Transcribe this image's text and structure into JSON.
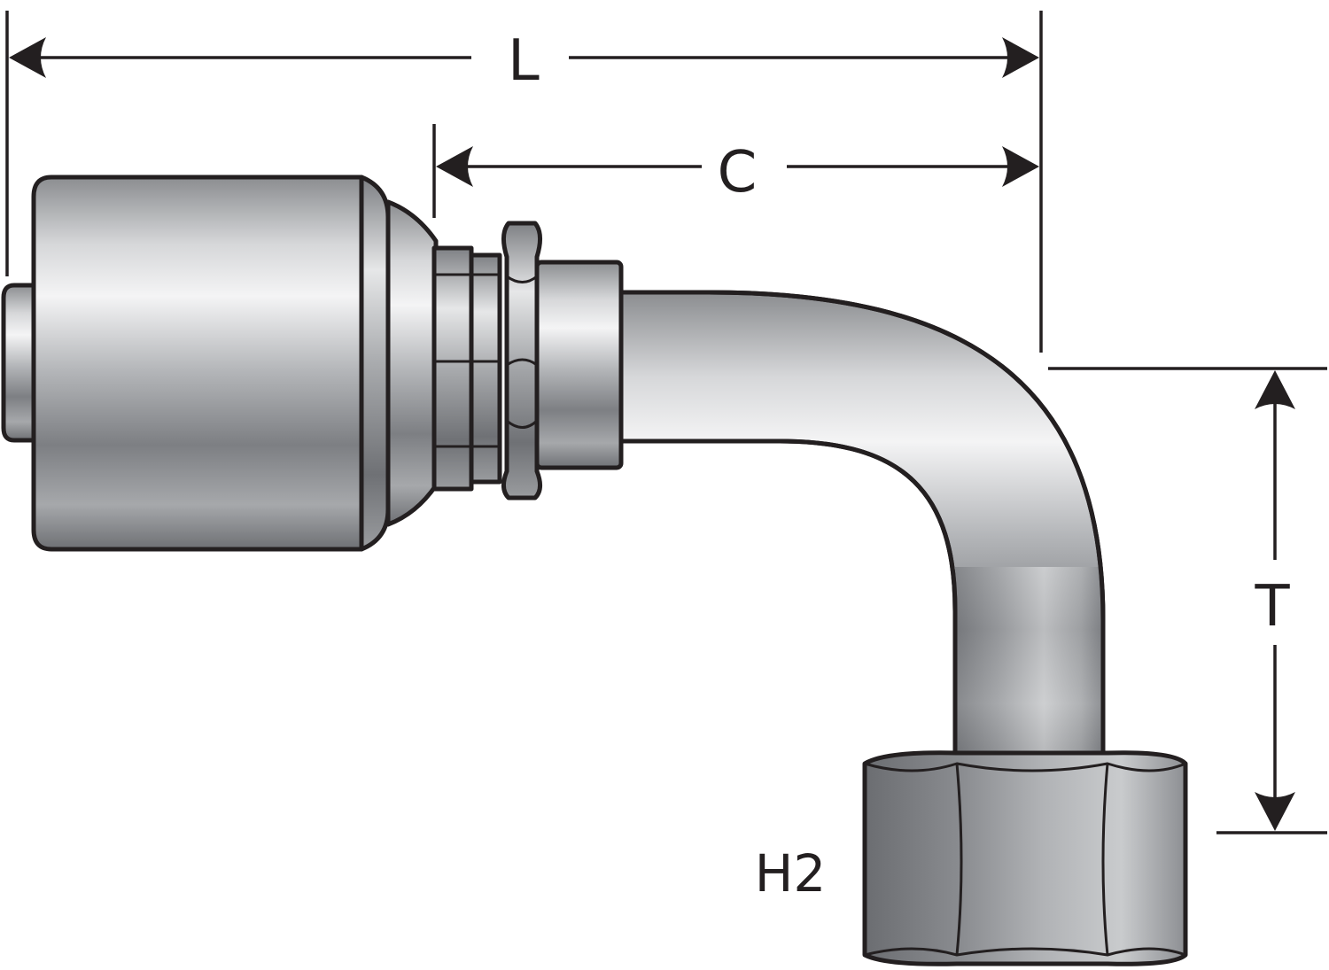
{
  "dimensions": {
    "length_label": "L",
    "center_label": "C",
    "height_label": "T"
  },
  "callouts": {
    "hex_label": "H2"
  }
}
